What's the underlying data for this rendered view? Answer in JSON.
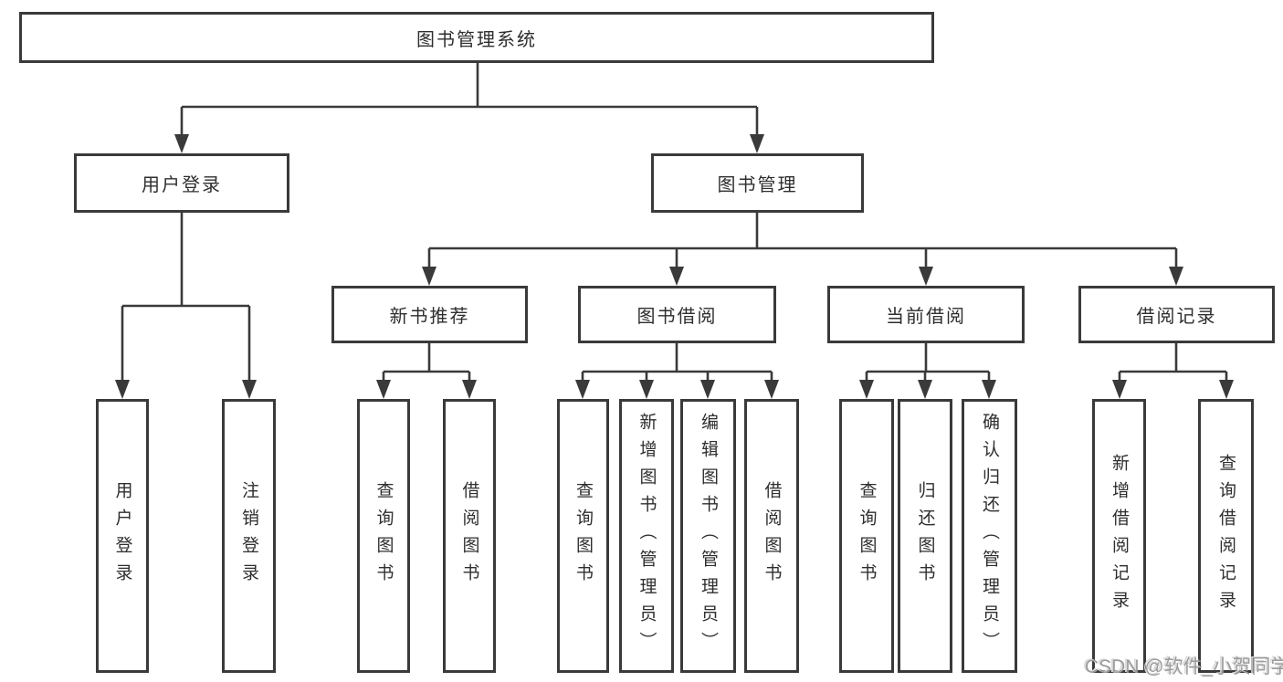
{
  "diagram": {
    "root": {
      "label": "图书管理系统"
    },
    "branches": [
      {
        "label": "用户登录",
        "children": [
          {
            "label": "用户登录"
          },
          {
            "label": "注销登录"
          }
        ]
      },
      {
        "label": "图书管理",
        "sections": [
          {
            "label": "新书推荐",
            "children": [
              {
                "label": "查询图书"
              },
              {
                "label": "借阅图书"
              }
            ]
          },
          {
            "label": "图书借阅",
            "children": [
              {
                "label": "查询图书"
              },
              {
                "label": "新增图书（管理员）"
              },
              {
                "label": "编辑图书（管理员）"
              },
              {
                "label": "借阅图书"
              }
            ]
          },
          {
            "label": "当前借阅",
            "children": [
              {
                "label": "查询图书"
              },
              {
                "label": "归还图书"
              },
              {
                "label": "确认归还（管理员）"
              }
            ]
          },
          {
            "label": "借阅记录",
            "children": [
              {
                "label": "新增借阅记录"
              },
              {
                "label": "查询借阅记录"
              }
            ]
          }
        ]
      }
    ]
  },
  "watermark": {
    "text": "CSDN @软件_小贺同学"
  },
  "colors": {
    "line": "#3a3a3a",
    "box_border": "#3a3a3a",
    "text": "#2e2e2e",
    "watermark": "#9c9c9c",
    "background": "#ffffff"
  }
}
